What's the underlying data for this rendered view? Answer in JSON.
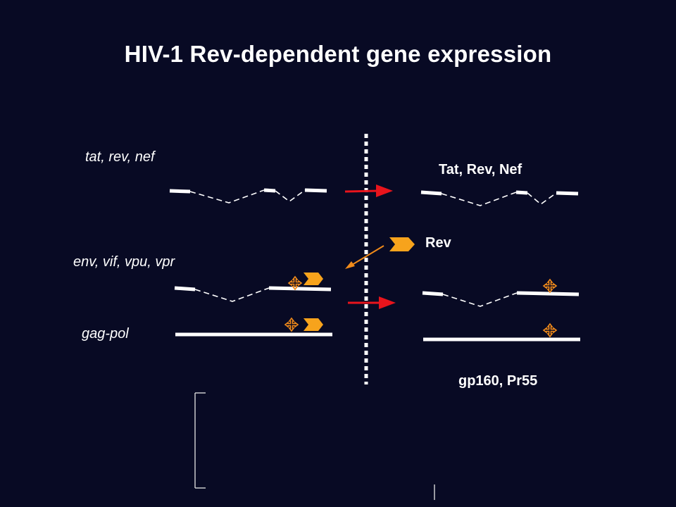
{
  "slide": {
    "title": "HIV-1 Rev-dependent gene expression",
    "labels": {
      "tat_rev_nef_mrna": "tat, rev, nef",
      "env_vif_vpu_vpr_mrna": "env, vif, vpu, vpr",
      "gag_pol_mrna": "gag-pol",
      "tat_rev_nef_protein": "Tat, Rev, Nef",
      "rev_protein": "Rev",
      "gp160_pr55": "gp160, Pr55"
    }
  },
  "colors": {
    "background": "#080a24",
    "text": "#ffffff",
    "arrow_red": "#e8141c",
    "rev_orange": "#f7a31c",
    "rre_orange": "#f08a1a"
  }
}
